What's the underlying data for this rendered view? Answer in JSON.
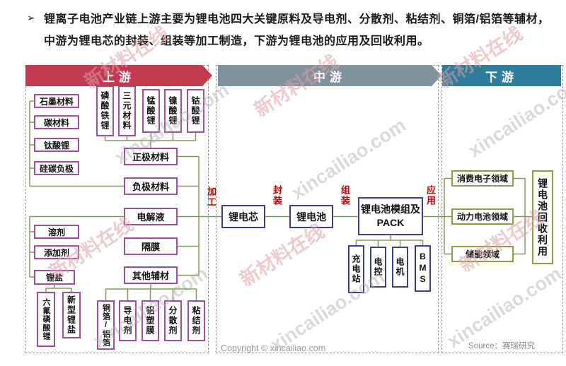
{
  "intro": {
    "bullet": "➢",
    "text": "锂离子电池产业链上游主要为锂电池四大关键原料及导电剂、分散剂、粘结剂、铜箔/铝箔等辅材，中游为锂电芯的封装、组装等加工制造，下游为锂电池的应用及回收利用。"
  },
  "headers": {
    "upstream": "上游",
    "midstream": "中游",
    "downstream": "下游"
  },
  "upstream": {
    "anode_inputs": [
      "石墨材料",
      "碳材料",
      "钛酸锂",
      "硅碳负极"
    ],
    "cathode_inputs": [
      "磷酸铁锂",
      "三元材料",
      "锰酸锂",
      "镍酸锂",
      "钴酸锂"
    ],
    "key_materials": [
      "正极材料",
      "负极材料",
      "电解液",
      "隔膜",
      "其他辅材"
    ],
    "electrolyte_inputs": [
      "溶剂",
      "添加剂",
      "锂盐"
    ],
    "lithium_salts": [
      "六氟磷酸锂",
      "新型锂盐"
    ],
    "auxiliary_materials": [
      "铜箔/铝箔",
      "导电剂",
      "铝塑膜",
      "分散剂",
      "粘结剂"
    ]
  },
  "midstream": {
    "cell": "锂电芯",
    "battery": "锂电池",
    "pack": "锂电池模组及PACK",
    "pack_parts": [
      "充电站",
      "电控",
      "电机",
      "BMS"
    ]
  },
  "downstream": {
    "applications": [
      "消费电子领域",
      "动力电池领域",
      "储能领域"
    ],
    "recycling": "锂电池回收利用"
  },
  "process_labels": {
    "processing": "加工",
    "packaging": "封装",
    "assembly": "组装",
    "application": "应用"
  },
  "footer": {
    "copyright": "Copyright © xincailiao.com",
    "source": "Source：赛瑞研究"
  },
  "watermark": {
    "cn": "新材料在线",
    "en": "xincailiao.com"
  },
  "colors": {
    "upstream_header": "#c23a50",
    "midstream_header": "#7e939e",
    "downstream_header": "#2e7d9a",
    "upstream_box_border": "#a04fa0",
    "midstream_box_border": "#3f3f8e",
    "downstream_box_border": "#8f9d42",
    "connector_line": "#7f9d55",
    "process_label": "#c00000"
  }
}
